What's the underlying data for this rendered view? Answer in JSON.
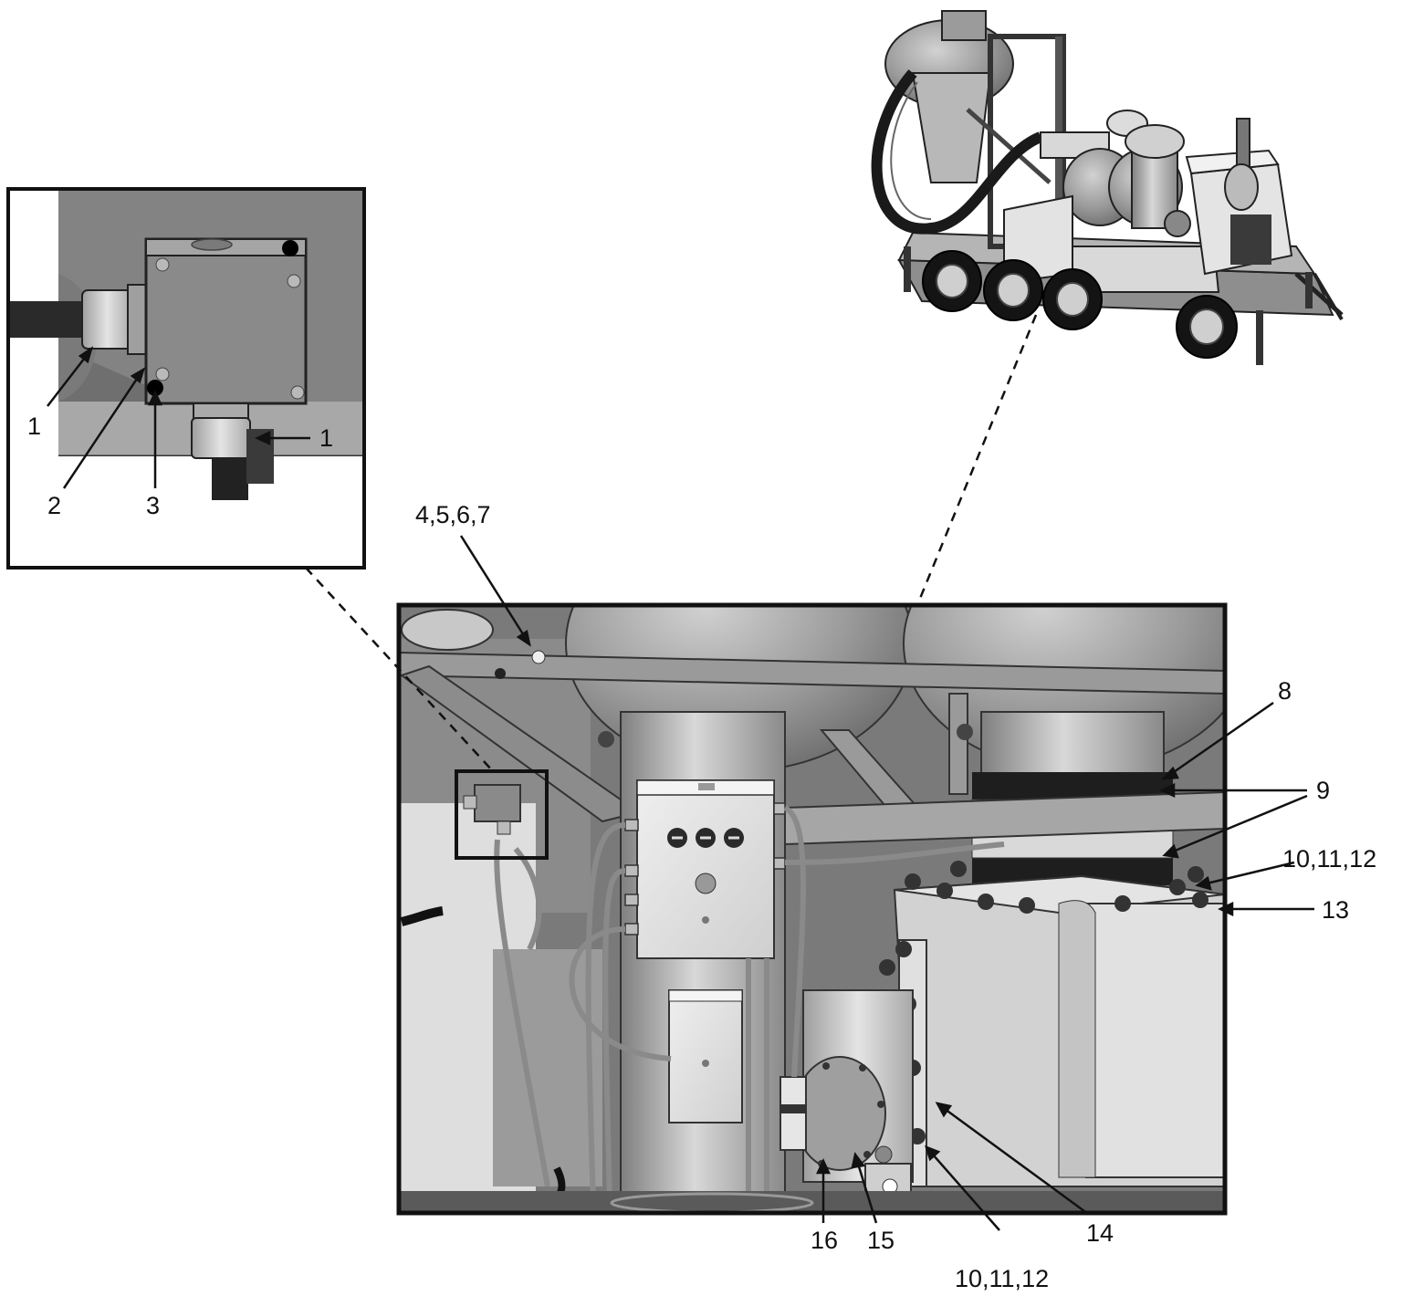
{
  "callouts": {
    "inset_1a": "1",
    "inset_1b": "1",
    "inset_2": "2",
    "inset_3": "3",
    "c_4567": "4,5,6,7",
    "c_8": "8",
    "c_9": "9",
    "c_101112_top": "10,11,12",
    "c_13": "13",
    "c_14": "14",
    "c_101112_bottom": "10,11,12",
    "c_15": "15",
    "c_16": "16"
  },
  "colors": {
    "line": "#111111",
    "tank": "#9a9a9a",
    "tank_light": "#c9c9c9",
    "panel": "#e6e6e6",
    "frame": "#8c8c8c",
    "hose": "#1a1a1a",
    "background_dark": "#5e5e5e"
  }
}
